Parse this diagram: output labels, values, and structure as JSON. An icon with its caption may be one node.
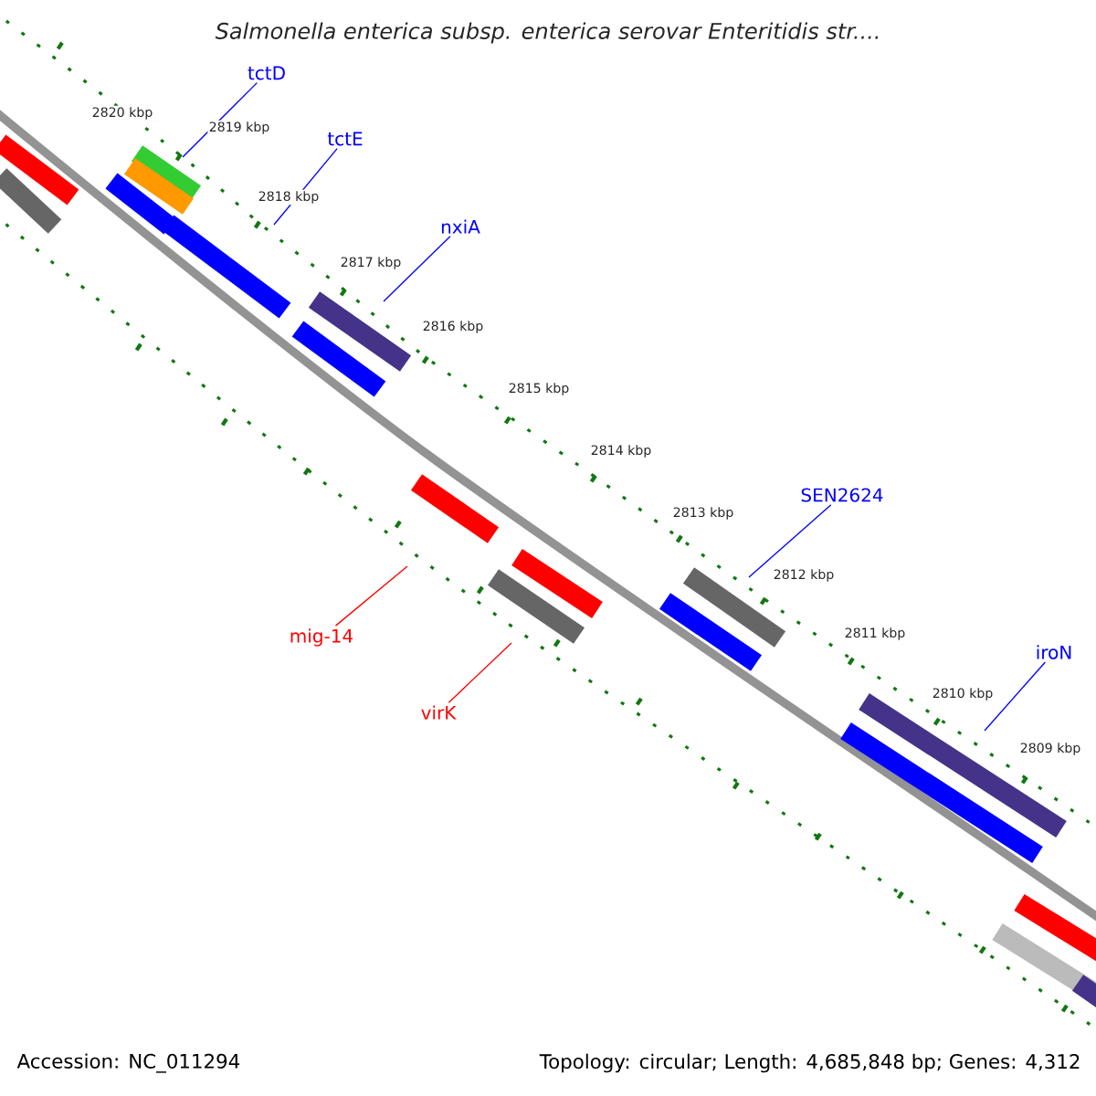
{
  "diagram": {
    "title": "Salmonella enterica subsp. enterica serovar Enteritidis str....",
    "nodes": [
      {
        "text": [
          "tctD"
        ]
      },
      {
        "text": [
          "tctE"
        ]
      },
      {
        "text": [
          "nxiA"
        ]
      },
      {
        "text": [
          "SEN2624"
        ]
      },
      {
        "text": [
          "iroN"
        ]
      },
      {
        "text": [
          "mig-14"
        ]
      },
      {
        "text": [
          "virK"
        ]
      }
    ],
    "edges": [
      {
        "from": 0,
        "to": null,
        "arrow": "none"
      },
      {
        "from": 1,
        "to": null,
        "arrow": "none"
      },
      {
        "from": 2,
        "to": null,
        "arrow": "none"
      },
      {
        "from": 3,
        "to": null,
        "arrow": "none"
      },
      {
        "from": 4,
        "to": null,
        "arrow": "none"
      },
      {
        "from": 5,
        "to": null,
        "arrow": "none",
        "color": "#ff0000"
      },
      {
        "from": 6,
        "to": null,
        "arrow": "none",
        "color": "#ff0000"
      }
    ],
    "labels": [
      "2820 kbp",
      "2819 kbp",
      "2818 kbp",
      "2817 kbp",
      "2816 kbp",
      "2815 kbp",
      "2814 kbp",
      "2813 kbp",
      "2812 kbp",
      "2811 kbp",
      "2810 kbp",
      "2809 kbp",
      "Accession: NC_011294",
      "Topology: circular; Length: 4,685,848 bp; Genes: 4,312"
    ]
  }
}
